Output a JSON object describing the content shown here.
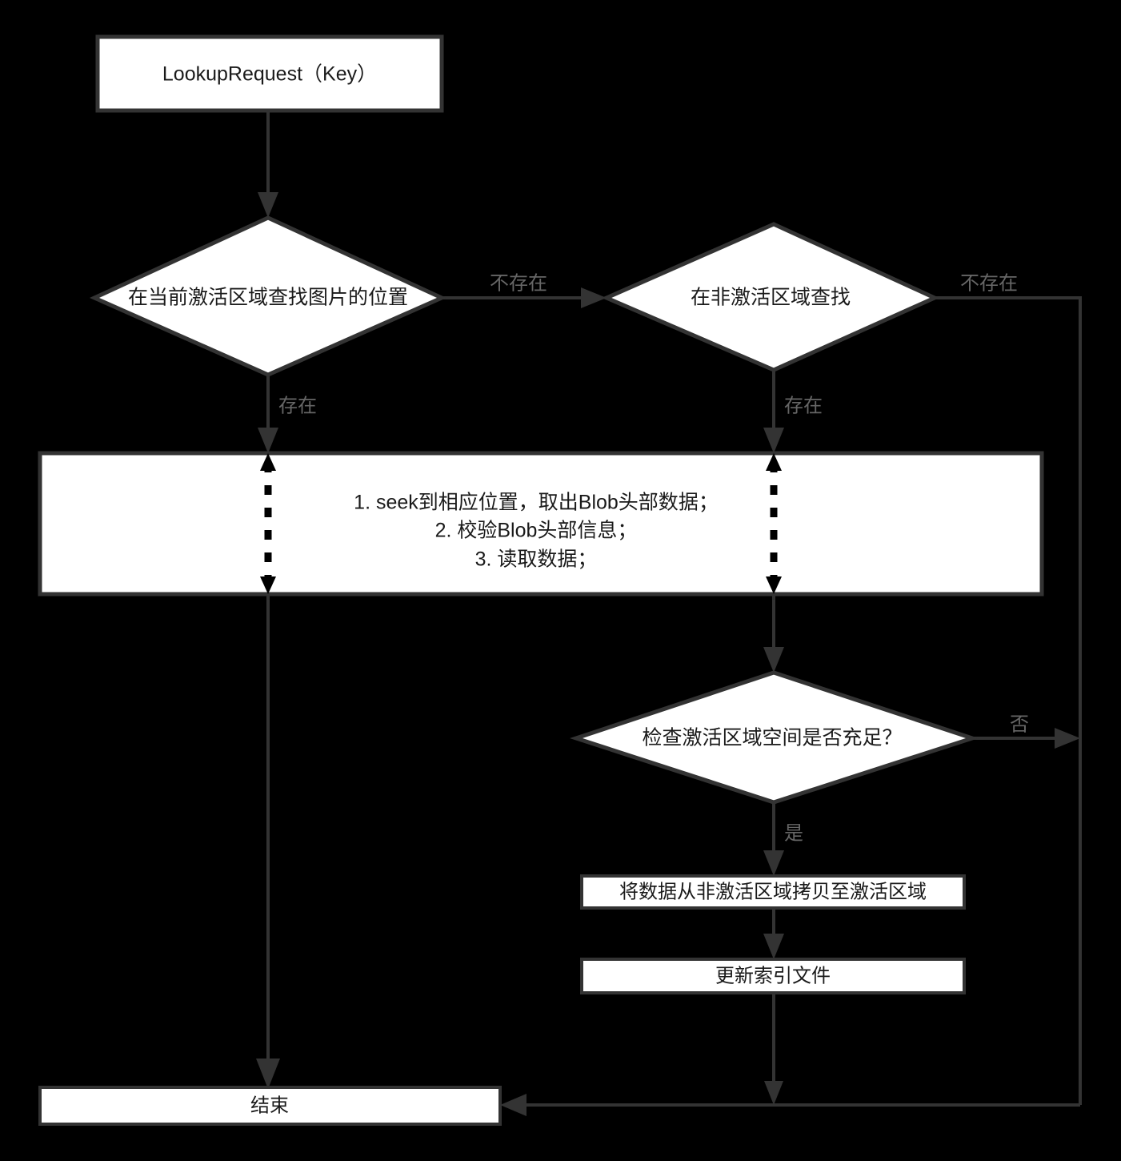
{
  "diagram": {
    "title": "LookupRequest flowchart",
    "background_color": "#000000",
    "node_fill": "#ffffff",
    "node_stroke": "#333333",
    "text_color": "#1a1a1a",
    "edge_label_color": "#666666"
  },
  "nodes": {
    "start": {
      "label": "LookupRequest（Key）",
      "shape": "rectangle"
    },
    "decision_active": {
      "label": "在当前激活区域查找图片的位置",
      "shape": "diamond"
    },
    "decision_inactive": {
      "label": "在非激活区域查找",
      "shape": "diamond"
    },
    "process_read": {
      "shape": "rectangle",
      "lines": [
        "1. seek到相应位置，取出Blob头部数据；",
        "2. 校验Blob头部信息；",
        "3. 读取数据；"
      ]
    },
    "decision_space": {
      "label": "检查激活区域空间是否充足？",
      "shape": "diamond"
    },
    "process_copy": {
      "label": "将数据从非激活区域拷贝至激活区域",
      "shape": "rectangle"
    },
    "process_update_index": {
      "label": "更新索引文件",
      "shape": "rectangle"
    },
    "end": {
      "label": "结束",
      "shape": "rectangle"
    }
  },
  "edge_labels": {
    "not_exist_1": "不存在",
    "not_exist_2": "不存在",
    "exist_1": "存在",
    "exist_2": "存在",
    "no": "否",
    "yes": "是"
  }
}
